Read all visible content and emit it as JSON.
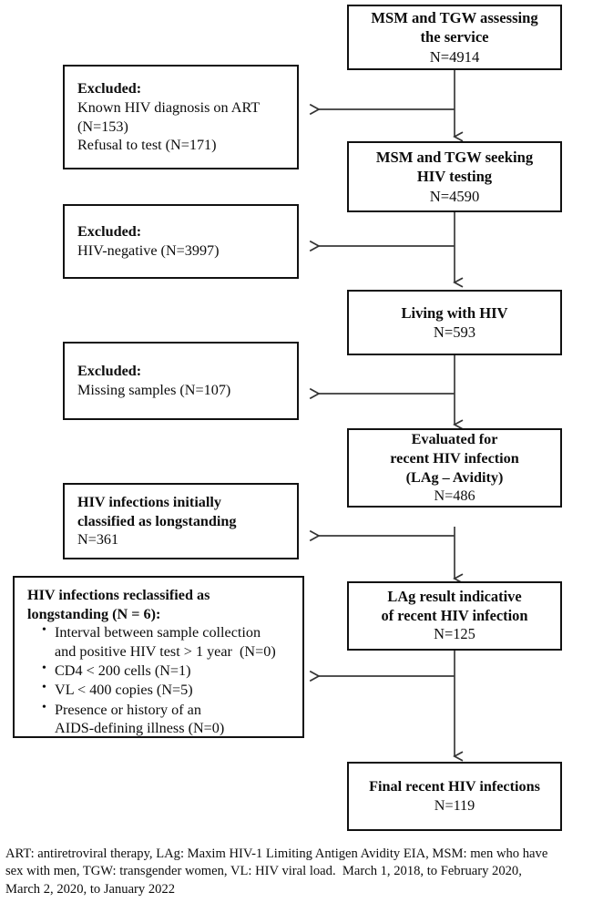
{
  "figure": {
    "type": "flowchart",
    "title": "HIV recent infection testing algorithm flow diagram"
  },
  "main_flow": [
    {
      "id": "assessing",
      "lines": [
        "MSM and TGW assessing",
        "the service"
      ],
      "count_label": "N=4914"
    },
    {
      "id": "seeking",
      "lines": [
        "MSM and TGW seeking",
        "HIV testing"
      ],
      "count_label": "N=4590"
    },
    {
      "id": "living",
      "lines": [
        "Living with HIV"
      ],
      "count_label": "N=593"
    },
    {
      "id": "evaluated",
      "lines": [
        "Evaluated for",
        "recent HIV infection",
        "(LAg – Avidity)"
      ],
      "count_label": "N=486"
    },
    {
      "id": "lag_result",
      "lines": [
        "LAg result indicative",
        "of recent HIV infection"
      ],
      "count_label": "N=125"
    },
    {
      "id": "final",
      "lines": [
        "Final recent HIV infections"
      ],
      "count_label": "N=119"
    }
  ],
  "side_boxes": [
    {
      "id": "excluded-1",
      "heading": "Excluded:",
      "lines": [
        "Known HIV diagnosis on ART",
        "(N=153)",
        "Refusal to test (N=171)"
      ]
    },
    {
      "id": "excluded-2",
      "heading": "Excluded:",
      "lines": [
        "HIV-negative (N=3997)"
      ]
    },
    {
      "id": "excluded-3",
      "heading": "Excluded:",
      "lines": [
        "Missing samples (N=107)"
      ]
    },
    {
      "id": "initially-longstanding",
      "heading_lines": [
        "HIV infections initially",
        "classified as longstanding"
      ],
      "lines": [
        "N=361"
      ]
    },
    {
      "id": "reclassified-longstanding",
      "heading_lines": [
        "HIV infections reclassified as",
        "longstanding (N = 6):"
      ],
      "bullets": [
        [
          "Interval between sample collection",
          "and positive HIV test > 1 year  (N=0)"
        ],
        [
          "CD4 < 200 cells (N=1)"
        ],
        [
          "VL < 400 copies (N=5)"
        ],
        [
          "Presence or history of an",
          "AIDS-defining illness (N=0)"
        ]
      ]
    }
  ],
  "footnote": {
    "lines": [
      "ART: antiretroviral therapy, LAg: Maxim HIV-1 Limiting Antigen Avidity EIA, MSM: men who have",
      "sex with men, TGW: transgender women, VL: HIV viral load.  March 1, 2018, to February 2020,",
      "March 2, 2020, to January 2022"
    ]
  },
  "colors": {
    "stroke": "#111111",
    "arrow": "#3a3a3a",
    "background": "#ffffff",
    "text": "#0d0d0d"
  }
}
